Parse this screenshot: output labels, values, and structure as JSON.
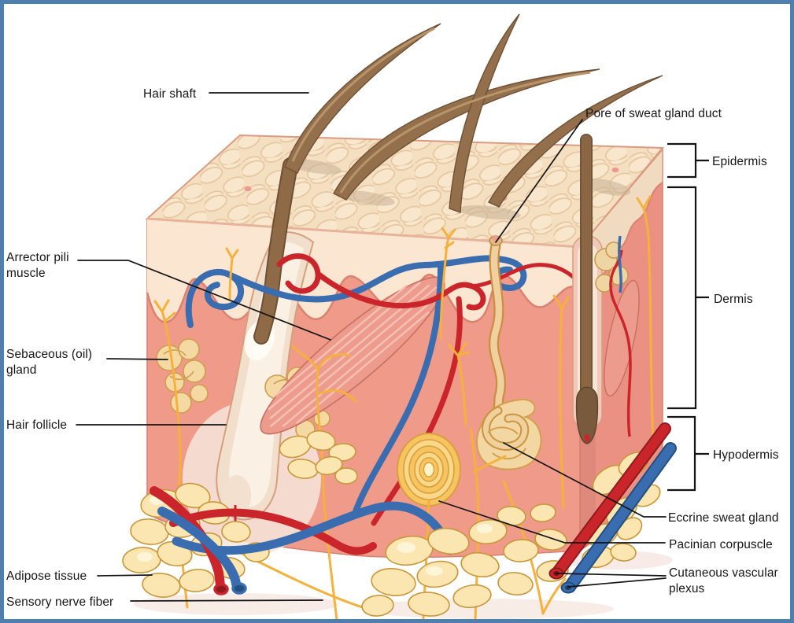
{
  "figure": {
    "type": "anatomical-diagram",
    "subject": "Cross-section of human skin showing epidermis, dermis and hypodermis structures",
    "border_color": "#4d80ae",
    "palette": {
      "epidermis_cream": "#F6E1C4",
      "dermis_salmon": "#F09A8A",
      "adipose_yellow": "#FBE5B1",
      "hair_brown": "#8F6A46",
      "artery_red": "#C9252B",
      "vein_blue": "#3A6CB0",
      "nerve_yellow": "#F5B13C",
      "label_text": "#161616"
    },
    "labels": {
      "hair_shaft": "Hair shaft",
      "pore_of_sweat_gland_duct": "Pore of sweat gland duct",
      "epidermis": "Epidermis",
      "dermis": "Dermis",
      "hypodermis": "Hypodermis",
      "arrector_pili_muscle": "Arrector pili muscle",
      "sebaceous_oil_gland": "Sebaceous (oil) gland",
      "hair_follicle": "Hair follicle",
      "adipose_tissue": "Adipose tissue",
      "sensory_nerve_fiber": "Sensory nerve fiber",
      "eccrine_sweat_gland": "Eccrine sweat gland",
      "pacinian_corpuscle": "Pacinian corpuscle",
      "cutaneous_vascular_plexus": "Cutaneous vascular plexus"
    }
  }
}
